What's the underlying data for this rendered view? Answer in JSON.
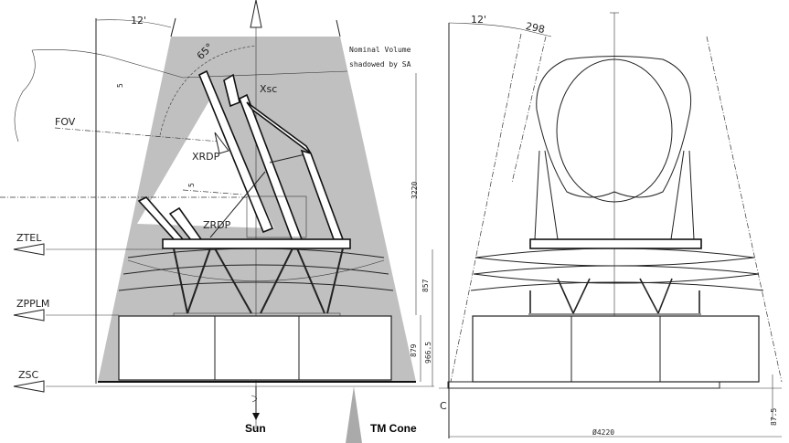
{
  "left_view": {
    "angle_top": "12'",
    "angle_tilt": "65°",
    "shadow_label_line1": "Nominal Volume",
    "shadow_label_line2": "shadowed by SA",
    "axis_xsc": "Xsc",
    "fov": "FOV",
    "axis_xrdp": "XRDP",
    "axis_zrdp": "ZRDP",
    "offset_label_1": "5",
    "offset_label_2": "5",
    "dim_3220": "3220",
    "dim_857": "857",
    "dim_879": "879",
    "dim_966": "966.5",
    "axis_ztel": "ZTEL",
    "axis_zpplm": "ZPPLM",
    "axis_zsc": "ZSC",
    "sun": "Sun",
    "tm_cone": "TM Cone",
    "shadow_color": "#c0c0c0"
  },
  "right_view": {
    "angle_top": "12'",
    "dim_298": "298",
    "dim_87": "87.5",
    "dim_diameter": "Ø4220",
    "datum": "C"
  }
}
